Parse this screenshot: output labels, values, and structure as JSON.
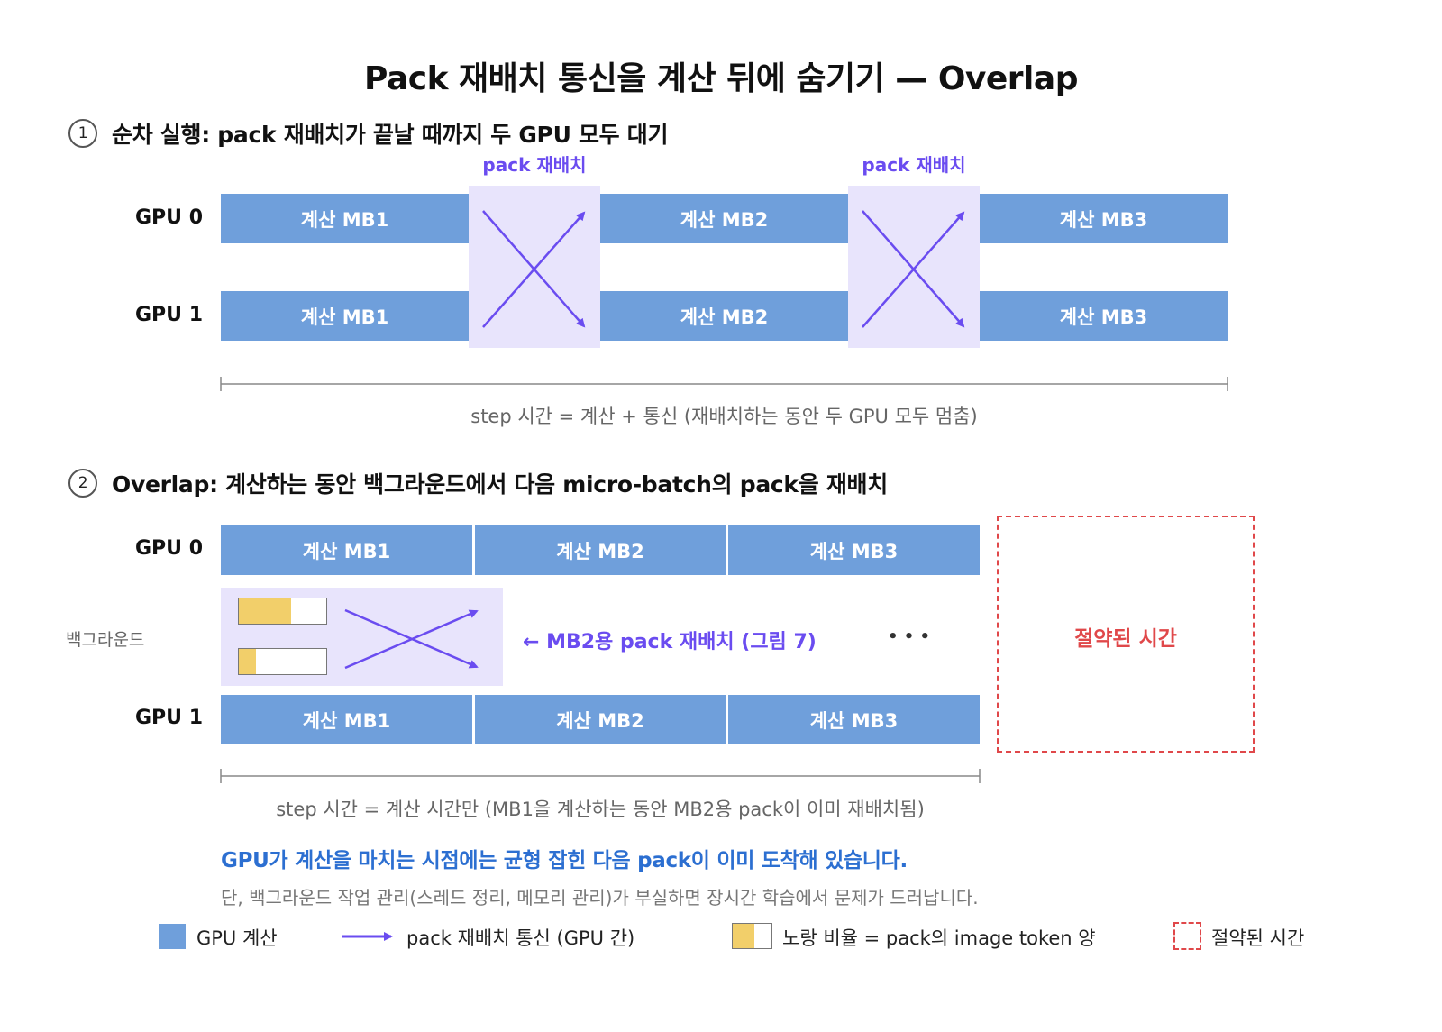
{
  "title": "Pack 재배치 통신을 계산 뒤에 숨기기 — Overlap",
  "section1": {
    "number": "1",
    "heading": "순차 실행: pack 재배치가 끝날 때까지 두 GPU 모두 대기",
    "gpu0": "GPU 0",
    "gpu1": "GPU 1",
    "comm_label": "pack 재배치",
    "blocks": [
      "계산 MB1",
      "계산 MB2",
      "계산 MB3"
    ],
    "caption": "step 시간 = 계산 + 통신 (재배치하는 동안 두 GPU 모두 멈춤)"
  },
  "section2": {
    "number": "2",
    "heading": "Overlap: 계산하는 동안 백그라운드에서 다음 micro-batch의 pack을 재배치",
    "gpu0": "GPU 0",
    "gpu1": "GPU 1",
    "background_label": "백그라운드",
    "blocks": [
      "계산 MB1",
      "계산 MB2",
      "계산 MB3"
    ],
    "token_fill_ratios": [
      0.6,
      0.2
    ],
    "relocate_label": "← MB2용 pack 재배치 (그림 7)",
    "ellipsis": "• • •",
    "saved_label": "절약된 시간",
    "caption": "step 시간 = 계산 시간만 (MB1을 계산하는 동안 MB2용 pack이 이미 재배치됨)"
  },
  "notes": {
    "blue": "GPU가 계산을 마치는 시점에는 균형 잡힌 다음 pack이 이미 도착해 있습니다.",
    "gray": "단, 백그라운드 작업 관리(스레드 정리, 메모리 관리)가 부실하면 장시간 학습에서 문제가 드러납니다."
  },
  "legend": {
    "compute": "GPU 계산",
    "comm": "pack 재배치 통신 (GPU 간)",
    "ratio": "노랑 비율 = pack의 image token 양",
    "saved": "절약된 시간"
  },
  "colors": {
    "compute": "#6f9fdb",
    "comm_bg": "#e8e4fc",
    "arrow": "#6a4cf0",
    "token": "#f2cf6a",
    "saved": "#e0484a",
    "note_blue": "#2c6fd1"
  }
}
